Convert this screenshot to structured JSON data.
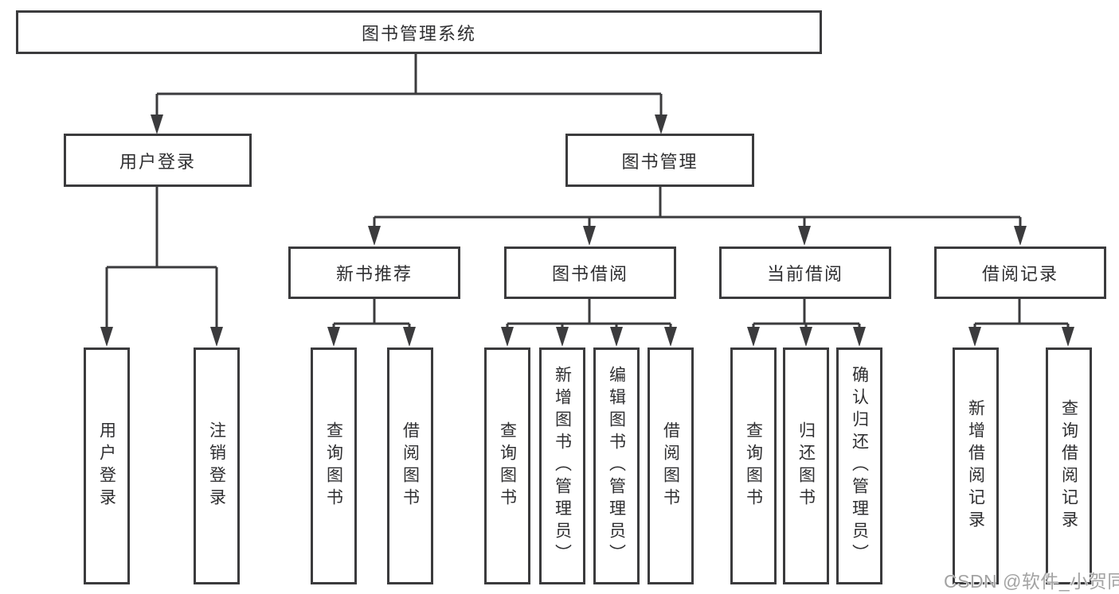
{
  "diagram": {
    "title_node": {
      "label": "图书管理系统"
    },
    "level1": {
      "user_login": {
        "label": "用户登录"
      },
      "book_management": {
        "label": "图书管理"
      }
    },
    "level2": {
      "new_book_recommend": {
        "label": "新书推荐"
      },
      "book_borrowing": {
        "label": "图书借阅"
      },
      "current_borrowing": {
        "label": "当前借阅"
      },
      "borrowing_records": {
        "label": "借阅记录"
      }
    },
    "leaves": {
      "user_login": [
        "用户登录",
        "注销登录"
      ],
      "new_book_recommend": [
        "查询图书",
        "借阅图书"
      ],
      "book_borrowing": [
        "查询图书",
        "新增图书（管理员）",
        "编辑图书（管理员）",
        "借阅图书"
      ],
      "current_borrowing": [
        "查询图书",
        "归还图书",
        "确认归还（管理员）"
      ],
      "borrowing_records": [
        "新增借阅记录",
        "查询借阅记录"
      ]
    }
  },
  "watermark": {
    "text": "CSDN @软件_小贺同学"
  },
  "colors": {
    "line": "#3b3b3d",
    "box_border": "#3b3b3d",
    "box_fill": "#ffffff",
    "text": "#2f2f31",
    "watermark": "#a3a3a3",
    "background": "#ffffff"
  }
}
